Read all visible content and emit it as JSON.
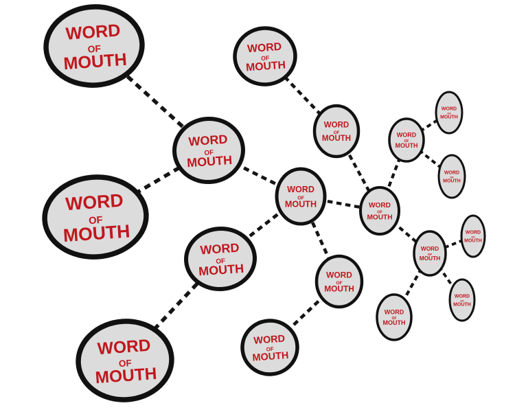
{
  "colors": {
    "background": "#ffffff",
    "node_fill": "#dcdcdc",
    "node_stroke": "#111111",
    "edge": "#151515",
    "label": "#c0171d"
  },
  "label": {
    "line1": "WORD",
    "line2": "OF",
    "line3": "MOUTH"
  },
  "nodes": [
    {
      "id": "n-top-left"
    },
    {
      "id": "n-hub-left"
    },
    {
      "id": "n-mid-left"
    },
    {
      "id": "n-lower-left"
    },
    {
      "id": "n-bottom-left"
    },
    {
      "id": "n-top-center"
    },
    {
      "id": "n-center-upper"
    },
    {
      "id": "n-center"
    },
    {
      "id": "n-center-lower"
    },
    {
      "id": "n-bottom-center"
    },
    {
      "id": "n-right-hub"
    },
    {
      "id": "n-right-upper"
    },
    {
      "id": "n-far-top"
    },
    {
      "id": "n-far-upper-mid"
    },
    {
      "id": "n-right-lower"
    },
    {
      "id": "n-far-lower-mid"
    },
    {
      "id": "n-far-bottom"
    },
    {
      "id": "n-bottom-right"
    }
  ],
  "edges": [
    [
      "n-top-left",
      "n-hub-left"
    ],
    [
      "n-hub-left",
      "n-mid-left"
    ],
    [
      "n-hub-left",
      "n-center"
    ],
    [
      "n-top-center",
      "n-center-upper"
    ],
    [
      "n-center-upper",
      "n-right-hub"
    ],
    [
      "n-center",
      "n-right-hub"
    ],
    [
      "n-center",
      "n-lower-left"
    ],
    [
      "n-lower-left",
      "n-bottom-left"
    ],
    [
      "n-center",
      "n-center-lower"
    ],
    [
      "n-center-lower",
      "n-bottom-center"
    ],
    [
      "n-right-hub",
      "n-right-upper"
    ],
    [
      "n-right-upper",
      "n-far-top"
    ],
    [
      "n-right-upper",
      "n-far-upper-mid"
    ],
    [
      "n-right-hub",
      "n-right-lower"
    ],
    [
      "n-right-lower",
      "n-far-lower-mid"
    ],
    [
      "n-right-lower",
      "n-far-bottom"
    ],
    [
      "n-right-lower",
      "n-bottom-right"
    ]
  ]
}
